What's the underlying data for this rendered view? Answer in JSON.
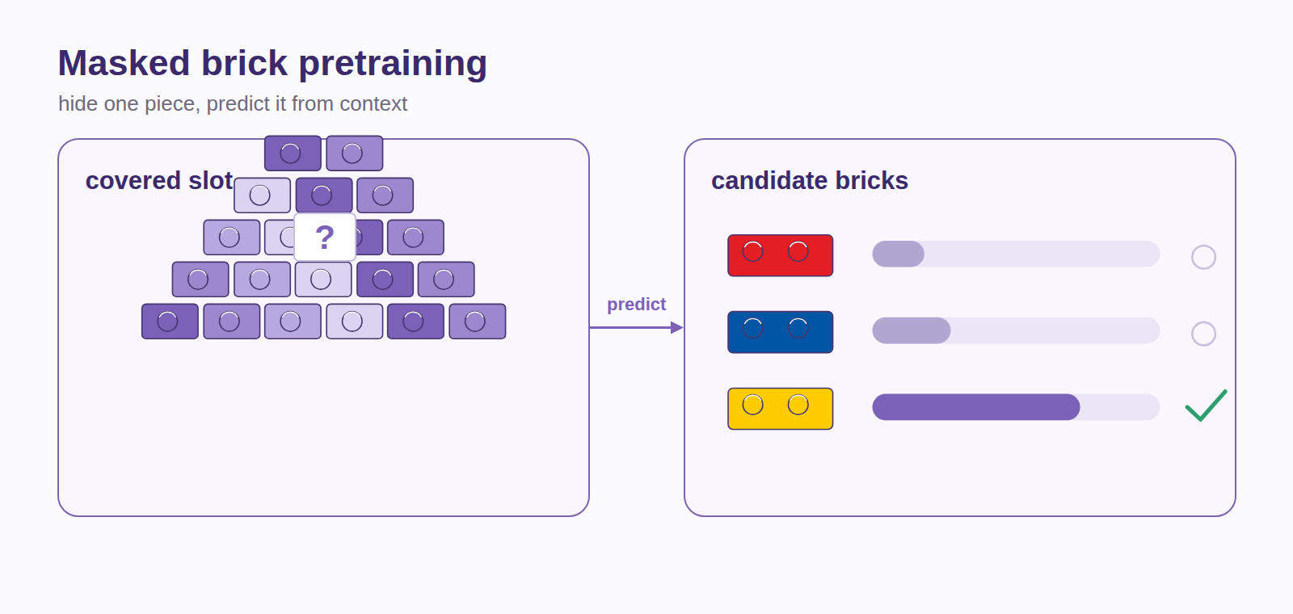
{
  "diagram": {
    "title": "Masked brick pretraining",
    "caption": "hide one piece, predict it from context",
    "nodes": [
      {
        "text": [
          "covered slot"
        ]
      },
      {
        "text": [
          "?"
        ],
        "in": 0
      },
      {
        "text": [
          "candidate bricks"
        ]
      }
    ],
    "edges": [
      {
        "from": 0,
        "to": 2,
        "label": "predict",
        "arrow": "to"
      }
    ]
  }
}
